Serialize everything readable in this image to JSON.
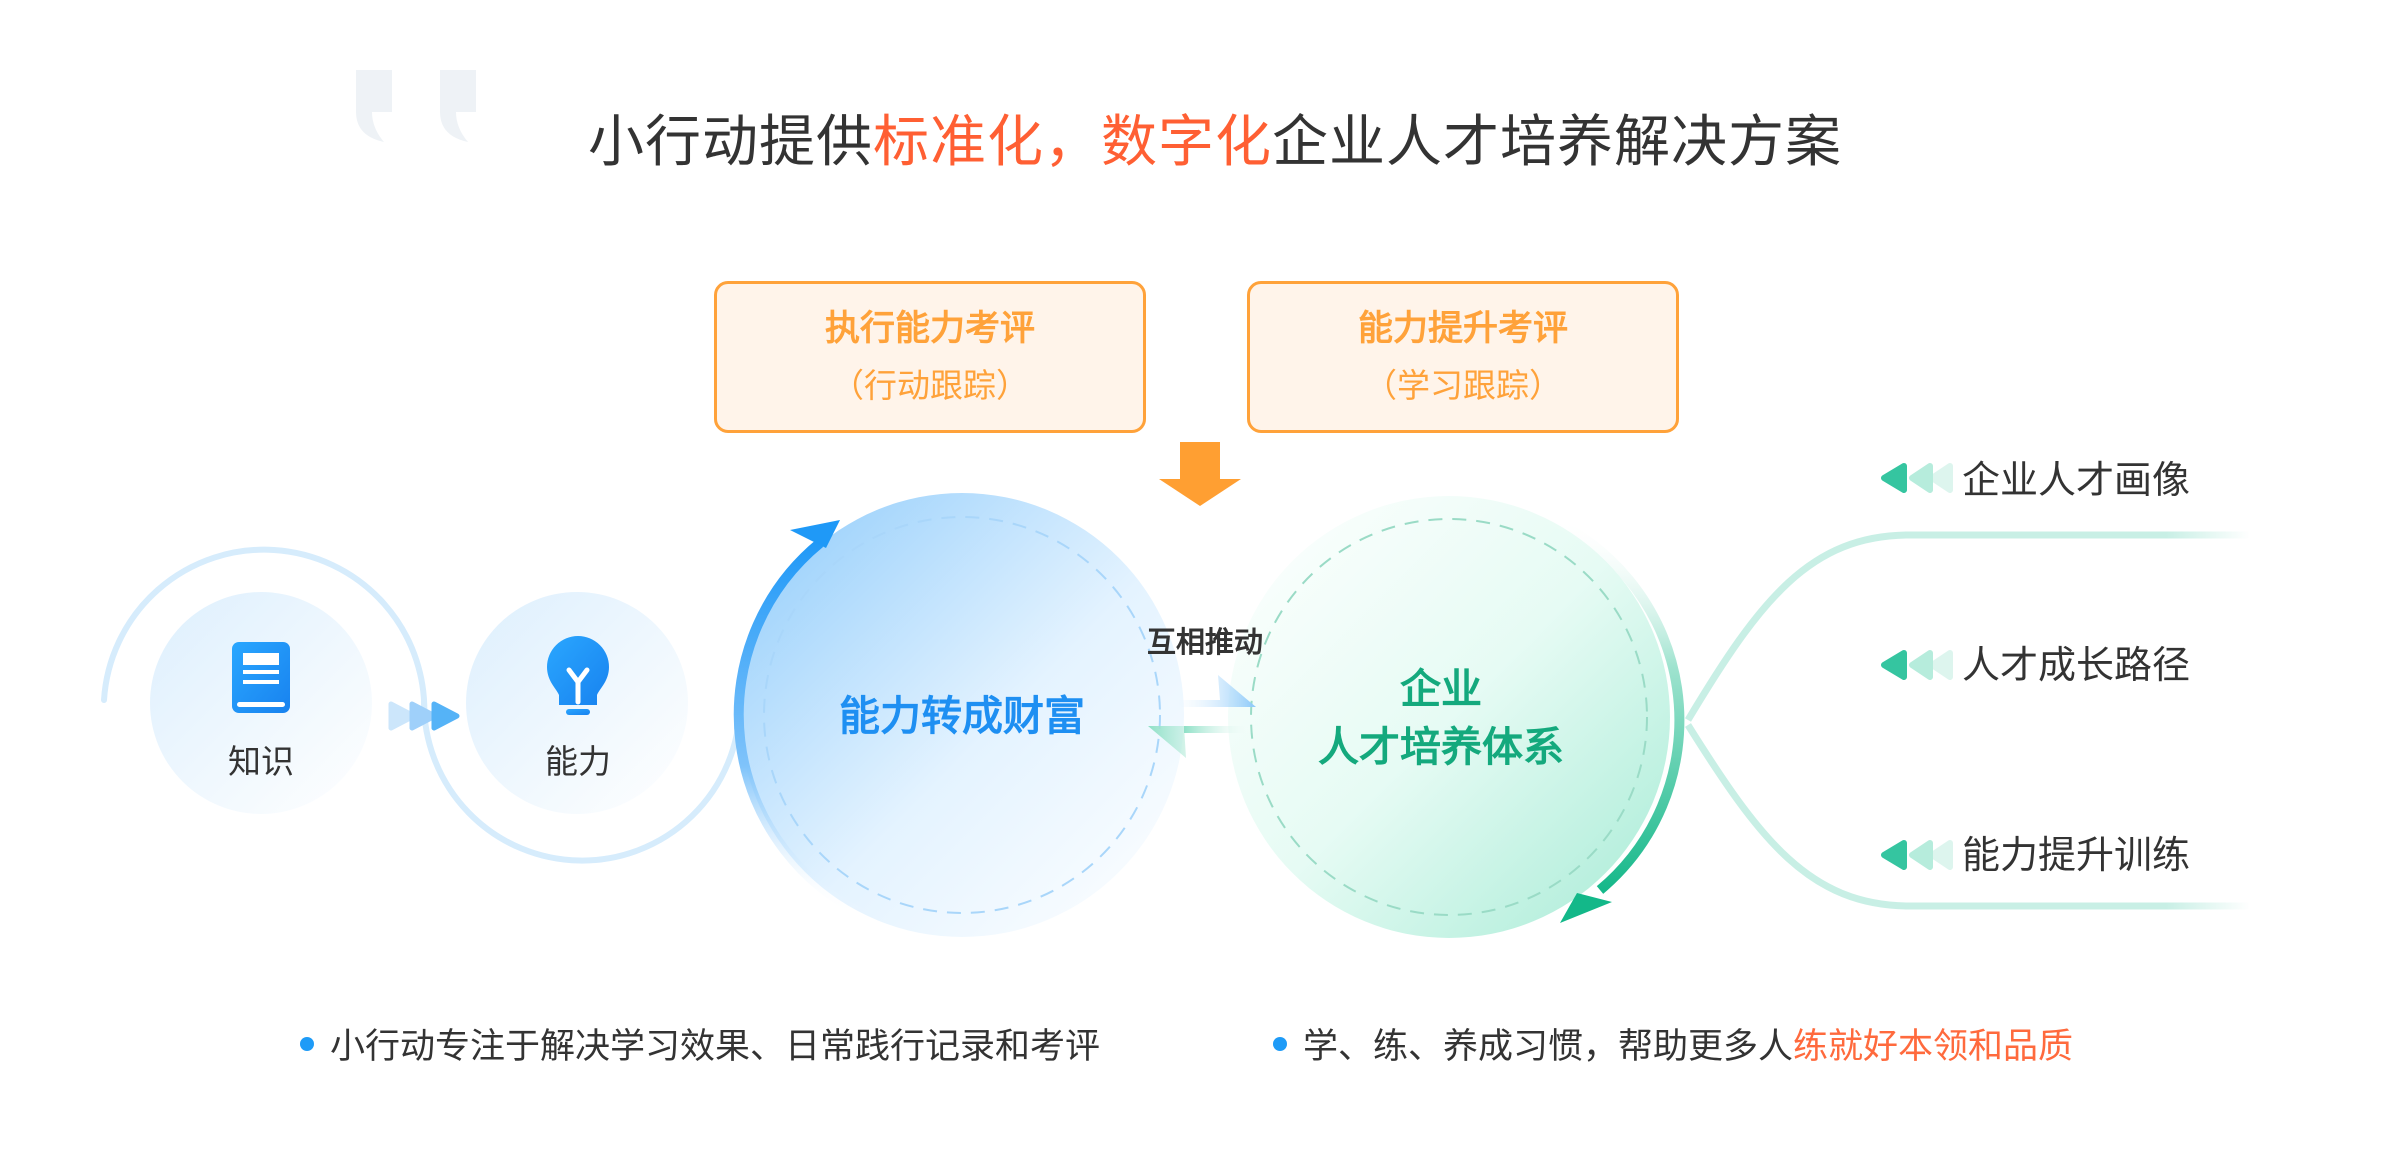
{
  "title": {
    "prefix": "小行动提供",
    "highlight_1": "标准化，",
    "highlight_2": "数字化",
    "suffix": "企业人才培养解决方案"
  },
  "decorations": {
    "quote_icon": "quote-mark-icon"
  },
  "top_boxes": [
    {
      "heading": "执行能力考评",
      "sub": "（行动跟踪）"
    },
    {
      "heading": "能力提升考评",
      "sub": "（学习跟踪）"
    }
  ],
  "left_flow": {
    "knowledge": {
      "label": "知识",
      "icon": "book-icon"
    },
    "ability": {
      "label": "能力",
      "icon": "lightbulb-icon"
    },
    "connector_icon": "triple-arrow-right-icon"
  },
  "center": {
    "blue_circle_label": "能力转成财富",
    "mutual_label": "互相推动",
    "green_circle_line_1": "企业",
    "green_circle_line_2": "人才培养体系"
  },
  "right_branches": [
    {
      "label": "企业人才画像",
      "icon": "triple-arrow-left-icon"
    },
    {
      "label": "人才成长路径",
      "icon": "triple-arrow-left-icon"
    },
    {
      "label": "能力提升训练",
      "icon": "triple-arrow-left-icon"
    }
  ],
  "bullets": [
    {
      "text": "小行动专注于解决学习效果、日常践行记录和考评",
      "highlight": ""
    },
    {
      "text": "学、练、养成习惯，帮助更多人",
      "highlight": "练就好本领和品质"
    }
  ],
  "colors": {
    "title_text": "#333333",
    "accent_orange": "#FF5F33",
    "box_border": "#FFA23A",
    "box_bg": "#FFF4EA",
    "blue": "#1E8FF2",
    "green": "#14A97D",
    "bullet_dot": "#1E9BF7"
  }
}
